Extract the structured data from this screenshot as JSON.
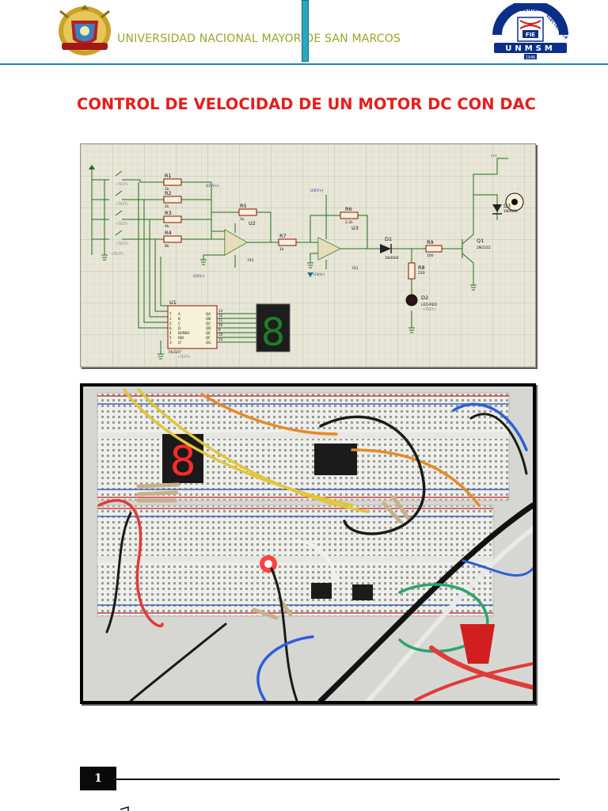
{
  "header": {
    "university_name": "UNIVERSIDAD NACIONAL MAYOR DE SAN MARCOS",
    "fie_logo": {
      "arc_text": "INGENIERÍA",
      "side_text": "FACULTAD DE",
      "right_text": "ELECTRÓNICA",
      "badge": "FIE",
      "banner": "UNMSM",
      "year": "1946"
    }
  },
  "document": {
    "title": "CONTROL DE VELOCIDAD DE UN MOTOR DC CON DAC",
    "page_number": "1"
  },
  "schematic": {
    "text_placeholder": "<TEXT>",
    "resistors_input": [
      {
        "ref": "R1",
        "value": "1k"
      },
      {
        "ref": "R2",
        "value": "2k"
      },
      {
        "ref": "R3",
        "value": "4k"
      },
      {
        "ref": "R4",
        "value": "8k"
      }
    ],
    "R5": {
      "ref": "R5",
      "value": "1k"
    },
    "R6": {
      "ref": "R6",
      "value": "2.2k"
    },
    "R7": {
      "ref": "R7",
      "value": "1k"
    },
    "R8": {
      "ref": "R8",
      "value": "220"
    },
    "R9": {
      "ref": "R9",
      "value": "100"
    },
    "U1": {
      "ref": "U1",
      "part": "74LS47",
      "inputs": [
        "A",
        "B",
        "C",
        "D",
        "BI/RBO",
        "RBI",
        "LT"
      ],
      "outputs": [
        "QA",
        "QB",
        "QC",
        "QD",
        "QE",
        "QF",
        "QG"
      ],
      "out_pins": [
        "13",
        "12",
        "11",
        "10",
        "9",
        "15",
        "14"
      ],
      "in_pins": [
        "7",
        "1",
        "2",
        "6",
        "4",
        "5",
        "3"
      ]
    },
    "U2": {
      "ref": "U2",
      "part": "741"
    },
    "U3": {
      "ref": "U3",
      "part": "741"
    },
    "D1": {
      "ref": "D1",
      "part": "1N4004"
    },
    "D2": {
      "ref": "D2",
      "part": "LED-RED"
    },
    "D3": {
      "ref": "D3",
      "part": "1N4004"
    },
    "Q1": {
      "ref": "Q1",
      "part": "2N2222"
    },
    "supply_labels": {
      "u2_pos": "U2(V+)",
      "u2_neg": "U2(V-)",
      "u3_pos": "U3(V+)",
      "u3_neg": "U3(V-)",
      "vplus": "(+)"
    },
    "display_digit": "8"
  },
  "photo": {
    "display_digit": "8"
  }
}
